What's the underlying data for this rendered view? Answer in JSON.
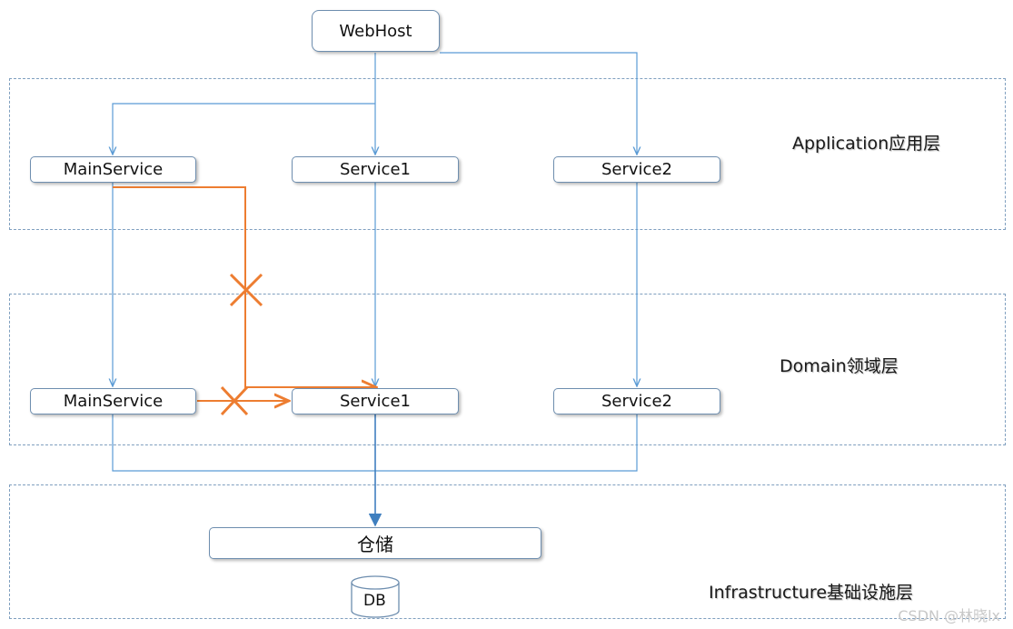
{
  "nodes": {
    "webhost": "WebHost",
    "app_main_service": "MainService",
    "app_service1": "Service1",
    "app_service2": "Service2",
    "domain_main_service": "MainService",
    "domain_service1": "Service1",
    "domain_service2": "Service2",
    "repository": "仓储",
    "db": "DB"
  },
  "layers": {
    "application": "Application应用层",
    "domain": "Domain领域层",
    "infrastructure": "Infrastructure基础设施层"
  },
  "watermark": "CSDN @林晓lx",
  "colors": {
    "edge_blue": "#5b9bd5",
    "edge_forbidden": "#ed7d31",
    "layer_border": "#7f9fbf",
    "node_border": "#6e8eaf"
  }
}
